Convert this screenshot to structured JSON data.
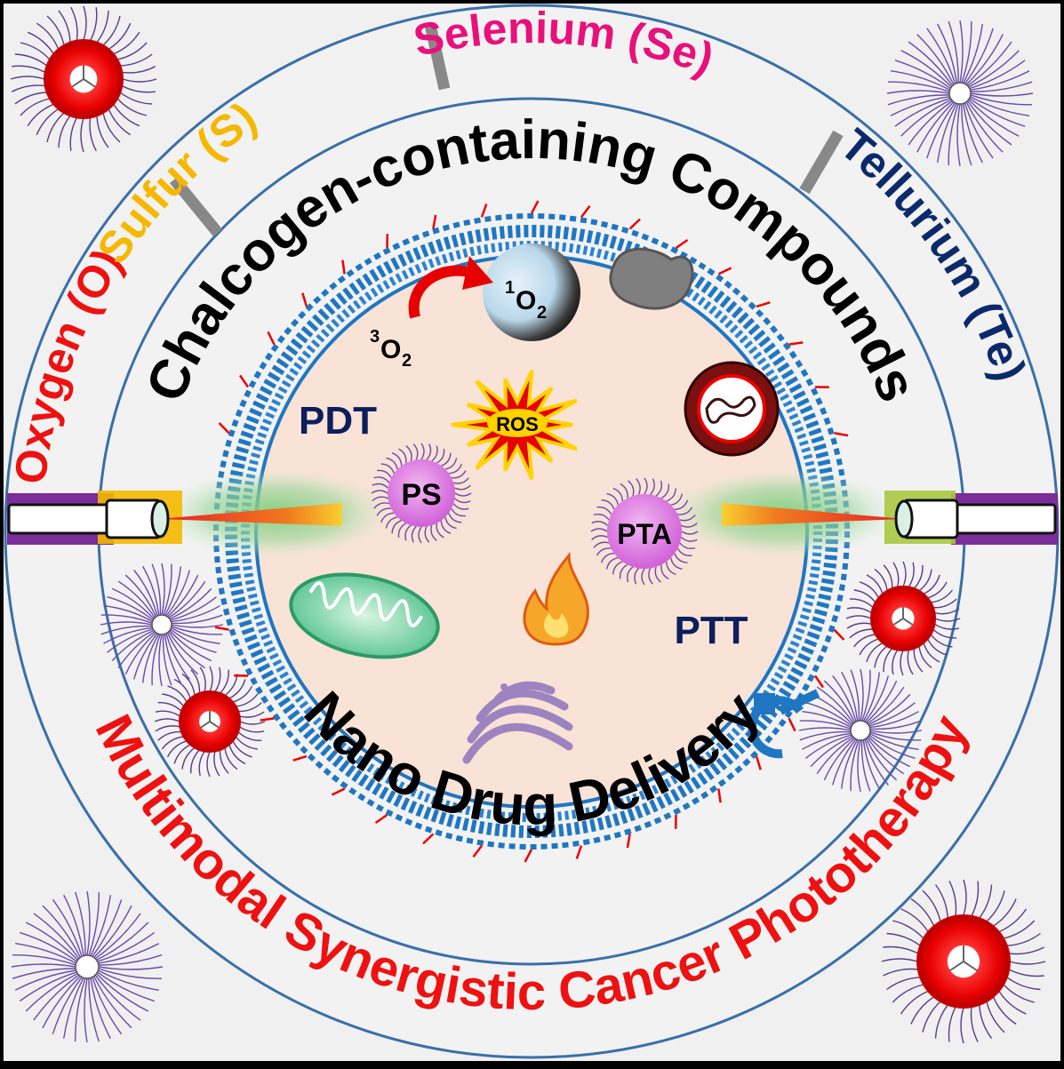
{
  "elements": {
    "oxygen": "Oxygen (O)",
    "sulfur": "Sulfur (S)",
    "selenium": "Selenium (Se)",
    "tellurium": "Tellurium (Te)"
  },
  "headings": {
    "chalcogen": "Chalcogen-containing Compounds",
    "nano": "Nano Drug Delivery",
    "multimodal": "Multimodal Synergistic Cancer Phototherapy"
  },
  "labels": {
    "pdt": "PDT",
    "ptt": "PTT",
    "ps": "PS",
    "pta": "PTA",
    "ros": "ROS",
    "triplet_sup": "3",
    "triplet_o": "O",
    "triplet_sub": "2",
    "singlet_sup": "1",
    "singlet_o": "O",
    "singlet_sub": "2"
  },
  "colors": {
    "oxygen": "#ee1111",
    "sulfur": "#f5b800",
    "selenium": "#e8107a",
    "tellurium": "#0c2a6b",
    "dark_text": "#000000",
    "red_text": "#ee1111",
    "therapy_text": "#0c1f5c",
    "ring_stroke": "#3a6fa8",
    "cell_fill": "#f8e3d6",
    "membrane": "#1f76c2"
  }
}
